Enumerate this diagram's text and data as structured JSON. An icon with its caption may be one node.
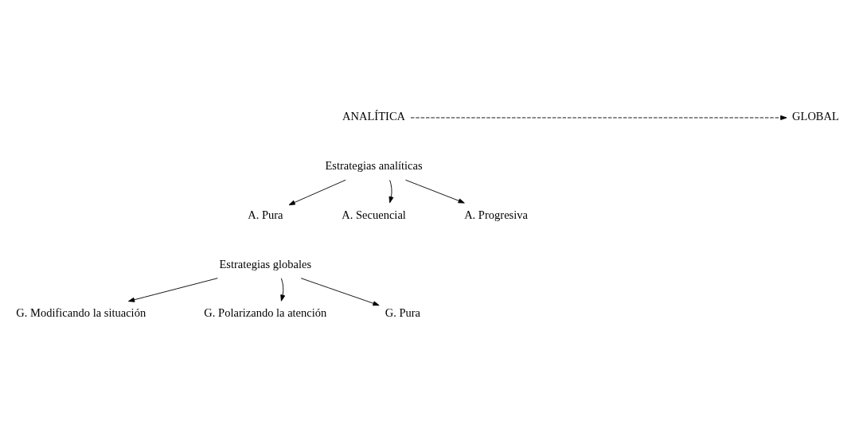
{
  "diagram": {
    "nodes": [
      {
        "text": [
          "ANALÍTICA"
        ]
      },
      {
        "text": [
          "GLOBAL"
        ]
      },
      {
        "text": [
          "Estrategias analíticas"
        ]
      },
      {
        "text": [
          "A. Pura"
        ]
      },
      {
        "text": [
          "A. Secuencial"
        ]
      },
      {
        "text": [
          "A. Progresiva"
        ]
      },
      {
        "text": [
          "Estrategias globales"
        ]
      },
      {
        "text": [
          "G. Modificando la situación"
        ]
      },
      {
        "text": [
          "G. Polarizando la atención"
        ]
      },
      {
        "text": [
          "G. Pura"
        ]
      }
    ],
    "edges": [
      {
        "from": 0,
        "to": 1,
        "arrow": "to",
        "style": "dashed"
      },
      {
        "from": 2,
        "to": 3,
        "arrow": "to"
      },
      {
        "from": 2,
        "to": 4,
        "arrow": "to"
      },
      {
        "from": 2,
        "to": 5,
        "arrow": "to"
      },
      {
        "from": 6,
        "to": 7,
        "arrow": "to"
      },
      {
        "from": 6,
        "to": 8,
        "arrow": "to"
      },
      {
        "from": 6,
        "to": 9,
        "arrow": "to"
      }
    ]
  }
}
